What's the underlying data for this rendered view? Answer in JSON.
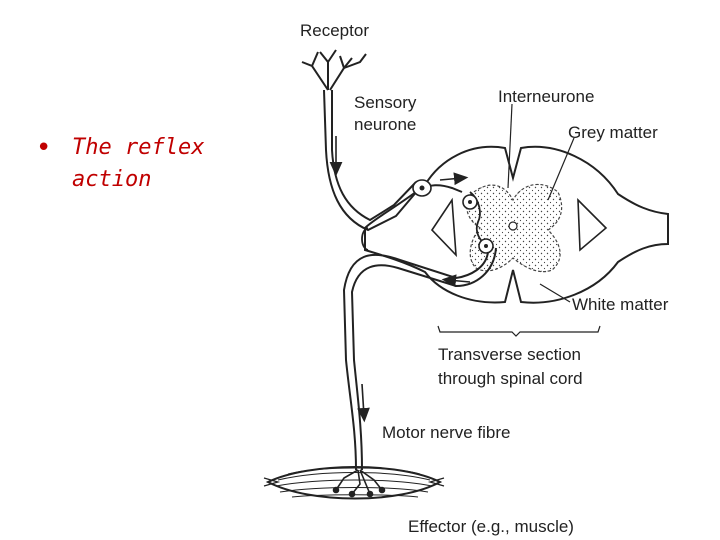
{
  "slide": {
    "bullet_marker": "•",
    "bullet_text_line1": "The reflex",
    "bullet_text_line2": "action"
  },
  "diagram": {
    "labels": {
      "receptor": "Receptor",
      "sensory_line1": "Sensory",
      "sensory_line2": "neurone",
      "interneurone": "Interneurone",
      "grey_matter": "Grey matter",
      "white_matter": "White matter",
      "transverse_line1": "Transverse section",
      "transverse_line2": "through spinal cord",
      "motor_nerve": "Motor nerve fibre",
      "effector": "Effector (e.g., muscle)"
    }
  }
}
